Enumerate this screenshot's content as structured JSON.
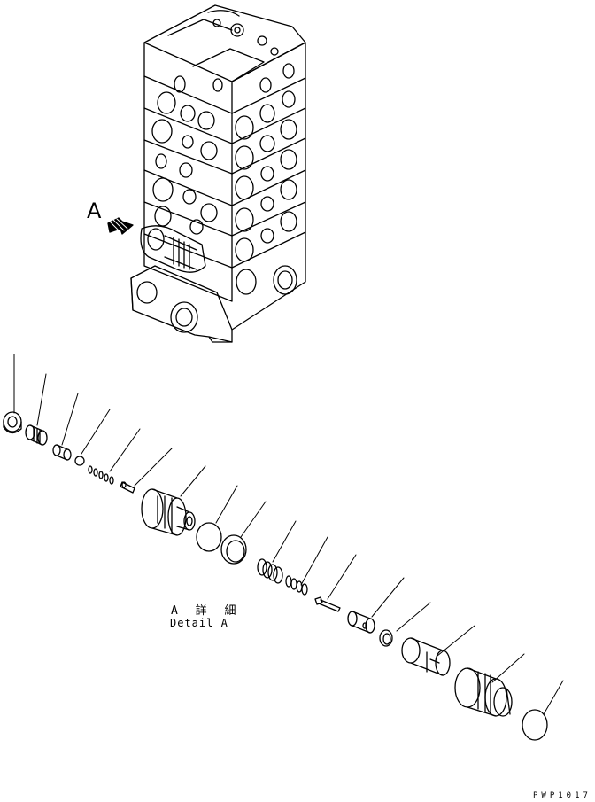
{
  "view_marker": "A",
  "detail_label_jp": "A 詳 細",
  "detail_label_en": "Detail A",
  "drawing_code": "PWP1017",
  "colors": {
    "line": "#000000",
    "background": "#ffffff"
  }
}
